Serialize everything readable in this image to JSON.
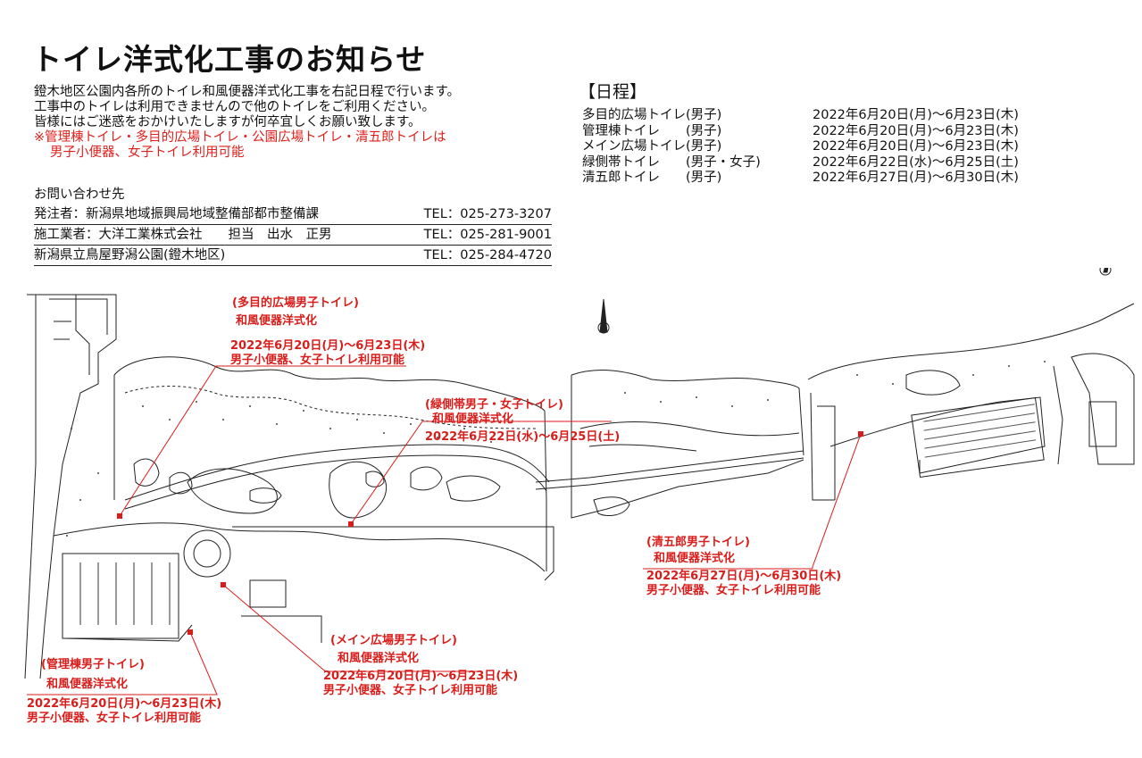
{
  "title": "トイレ洋式化工事のお知らせ",
  "intro": {
    "line1": "鐙木地区公園内各所のトイレ和風便器洋式化工事を右記日程で行います。",
    "line2": "工事中のトイレは利用できませんので他のトイレをご利用ください。",
    "line3": "皆様にはご迷惑をおかけいたしますが何卒宜しくお願い致します。",
    "note1": "※管理棟トイレ・多目的広場トイレ・公園広場トイレ・清五郎トイレは",
    "note2": "男子小便器、女子トイレ利用可能"
  },
  "contact": {
    "heading": "お問い合わせ先",
    "rows": [
      {
        "label": "発注者：新潟県地域振興局地域整備部都市整備課",
        "tel": "TEL：025-273-3207"
      },
      {
        "label": "施工業者：大洋工業株式会社　　担当　出水　正男",
        "tel": "TEL：025-281-9001"
      },
      {
        "label": "新潟県立鳥屋野潟公園(鐙木地区)",
        "tel": "TEL：025-284-4720"
      }
    ]
  },
  "schedule": {
    "heading": "【日程】",
    "rows": [
      {
        "facility": "多目的広場トイレ(男子)",
        "dates": "2022年6月20日(月)～6月23日(木)"
      },
      {
        "facility": "管理棟トイレ　　(男子)",
        "dates": "2022年6月20日(月)～6月23日(木)"
      },
      {
        "facility": "メイン広場トイレ(男子)",
        "dates": "2022年6月20日(月)～6月23日(木)"
      },
      {
        "facility": "緑側帯トイレ　　(男子・女子)",
        "dates": "2022年6月22日(水)～6月25日(土)"
      },
      {
        "facility": "清五郎トイレ　　(男子)",
        "dates": "2022年6月27日(月)～6月30日(木)"
      }
    ]
  },
  "map": {
    "callouts": [
      {
        "id": "tamokuteki",
        "name": "(多目的広場男子トイレ)",
        "work": "和風便器洋式化",
        "dates": "2022年6月20日(月)～6月23日(木)",
        "note": "男子小便器、女子トイレ利用可能"
      },
      {
        "id": "ryokusoku",
        "name": "(緑側帯男子・女子トイレ)",
        "work": "和風便器洋式化",
        "dates": "2022年6月22日(水)～6月25日(土)",
        "note": ""
      },
      {
        "id": "seigoro",
        "name": "(清五郎男子トイレ)",
        "work": "和風便器洋式化",
        "dates": "2022年6月27日(月)～6月30日(木)",
        "note": "男子小便器、女子トイレ利用可能"
      },
      {
        "id": "main",
        "name": "(メイン広場男子トイレ)",
        "work": "和風便器洋式化",
        "dates": "2022年6月20日(月)～6月23日(木)",
        "note": "男子小便器、女子トイレ利用可能"
      },
      {
        "id": "kanri",
        "name": "(管理棟男子トイレ)",
        "work": "和風便器洋式化",
        "dates": "2022年6月20日(月)～6月23日(木)",
        "note": "男子小便器、女子トイレ利用可能"
      }
    ],
    "accent_color": "#d81d1a"
  }
}
